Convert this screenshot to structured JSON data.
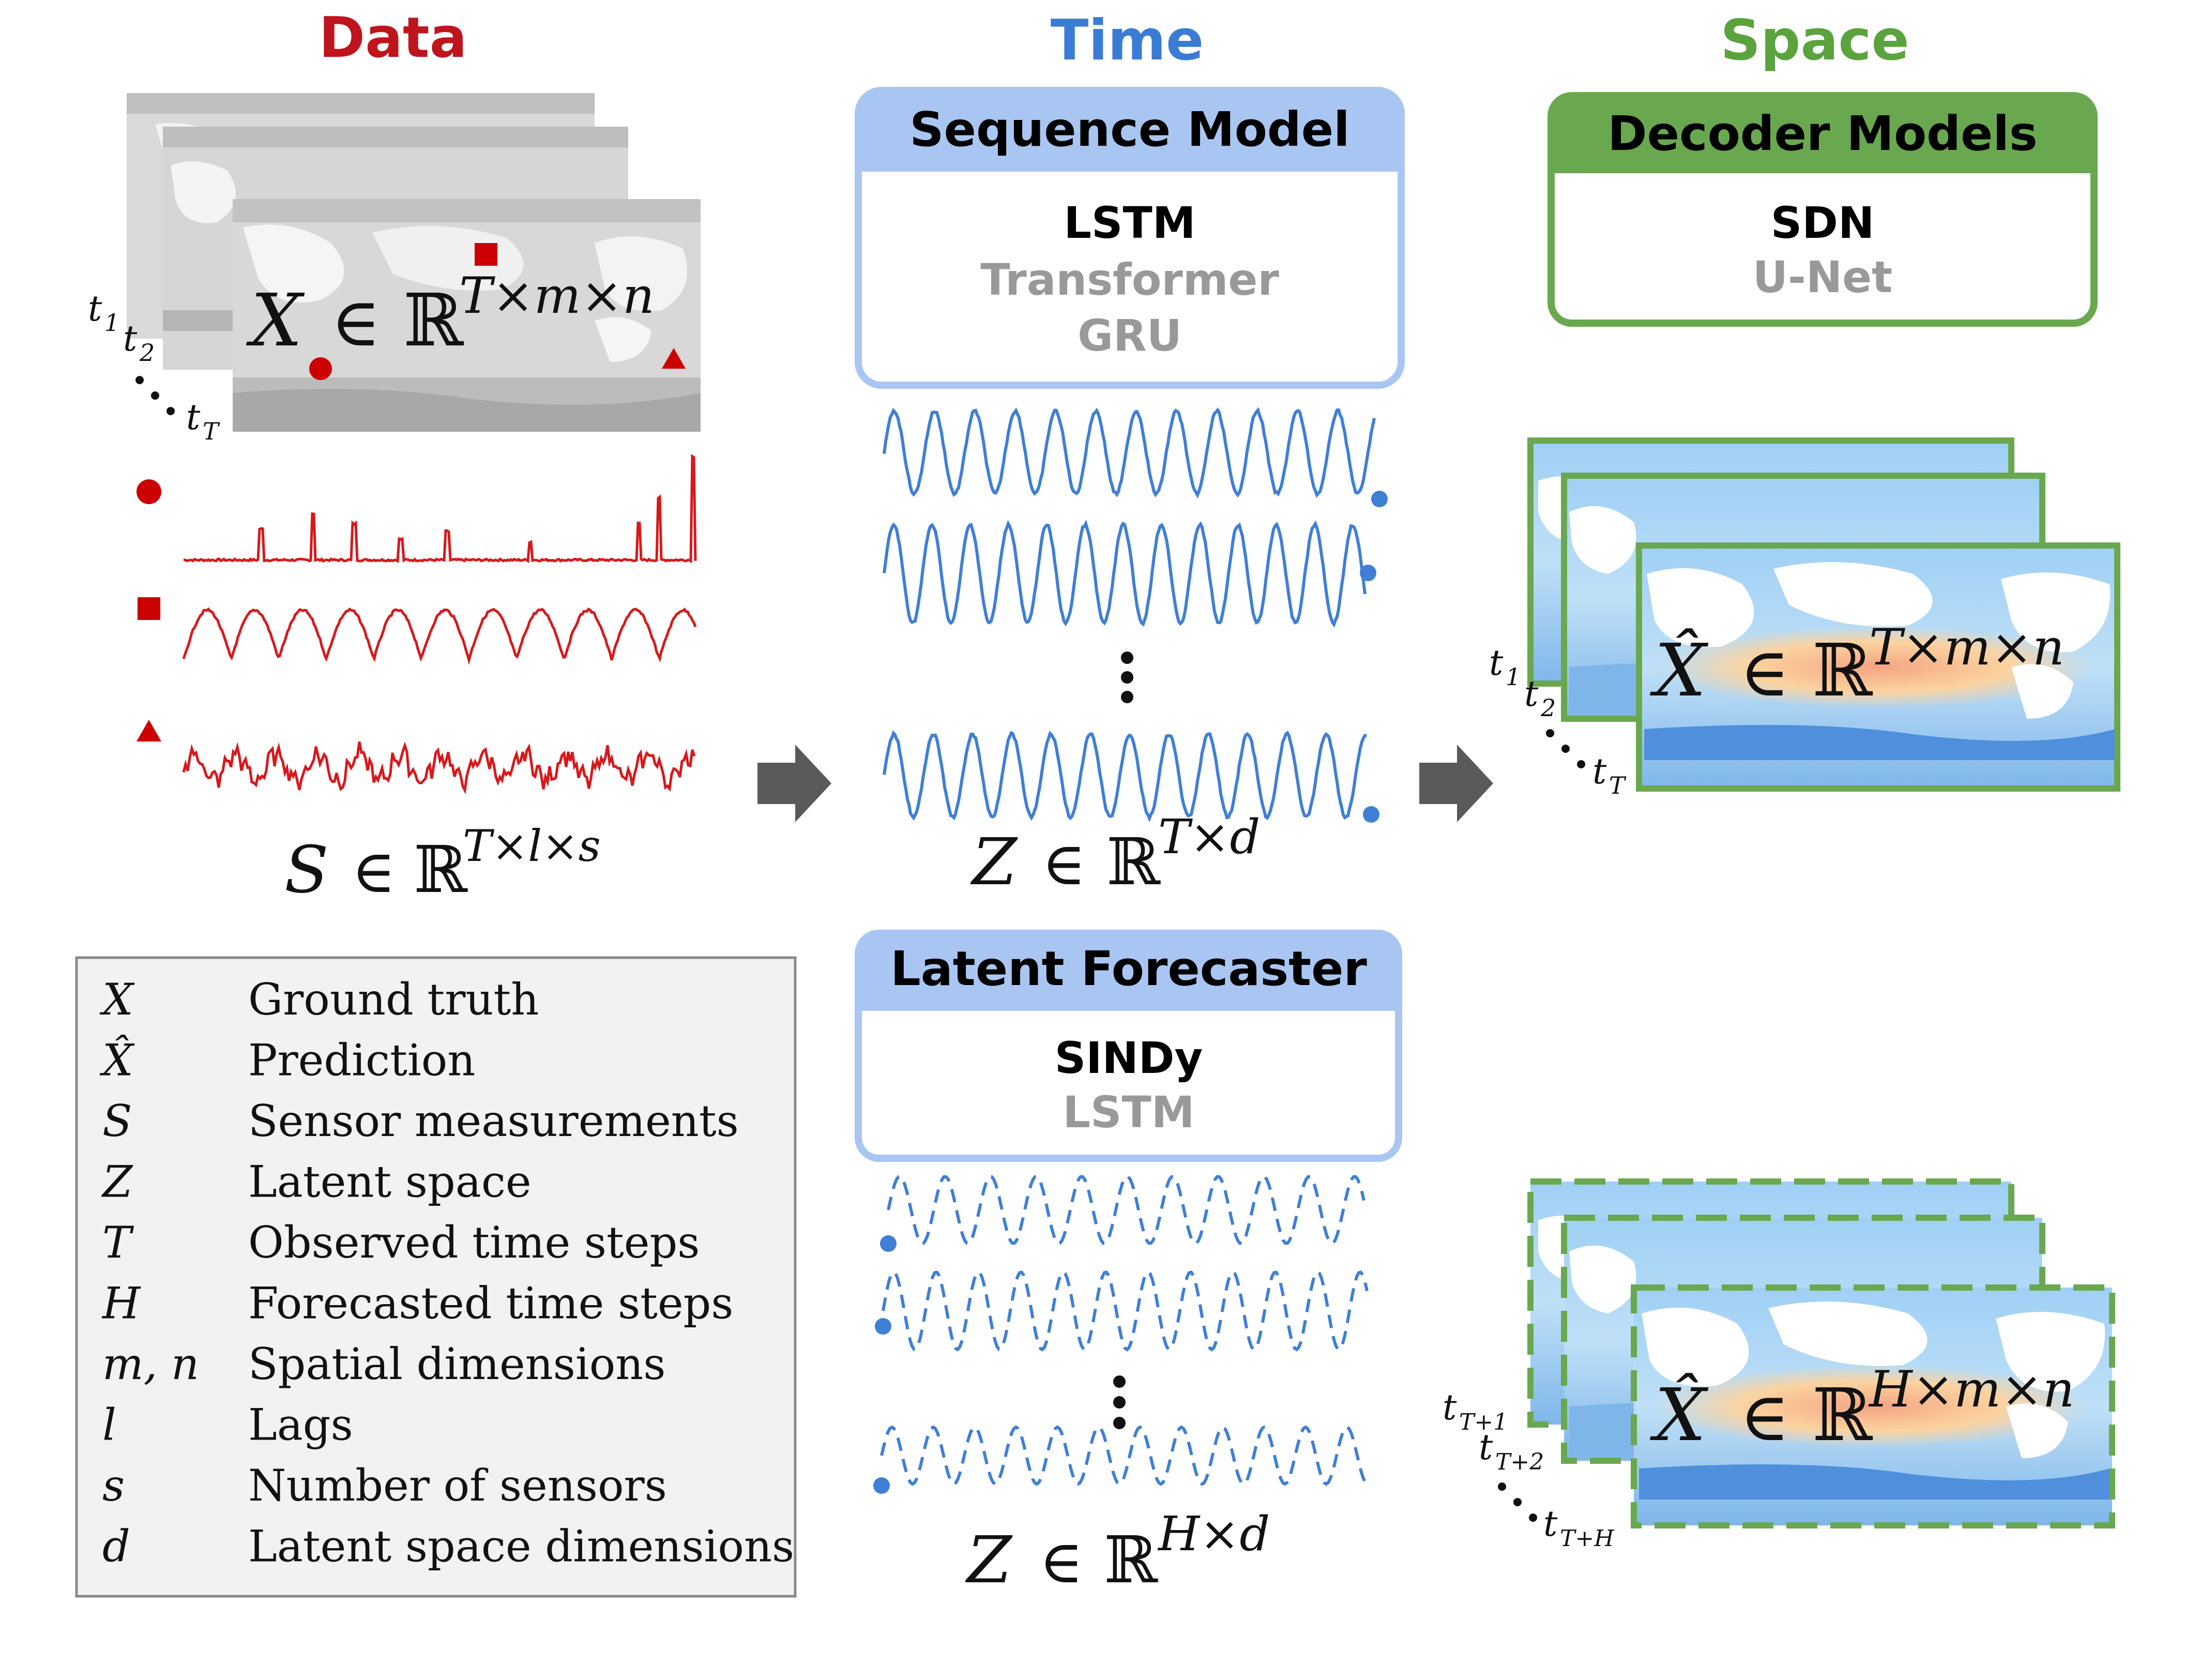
{
  "columns": {
    "data": {
      "title": "Data",
      "color": "#c0141c"
    },
    "time": {
      "title": "Time",
      "color": "#3a7bd5"
    },
    "space": {
      "title": "Space",
      "color": "#5aa33d"
    }
  },
  "data_panel": {
    "map_equation": {
      "lhs": "X",
      "rel": "∈",
      "field": "ℝ",
      "sup": "T×m×n"
    },
    "time_labels": [
      {
        "base": "t",
        "sub": "1"
      },
      {
        "base": "t",
        "sub": "2"
      },
      {
        "base": "t",
        "sub": "T"
      }
    ],
    "sensor_equation": {
      "lhs": "S",
      "rel": "∈",
      "field": "ℝ",
      "sup": "T×l×s"
    },
    "sensor_markers": [
      "circle-marker",
      "square-marker",
      "triangle-marker"
    ],
    "signal_color": "#d7191c"
  },
  "sequence_model": {
    "header": "Sequence Model",
    "options": [
      "LSTM",
      "Transformer",
      "GRU"
    ],
    "header_fill": "#a9c6f2",
    "border": "#a9c6f2"
  },
  "latent_equation": {
    "lhs": "Z",
    "rel": "∈",
    "field": "ℝ",
    "sup": "T×d"
  },
  "latent_forecaster": {
    "header": "Latent Forecaster",
    "options": [
      "SINDy",
      "LSTM"
    ],
    "header_fill": "#a9c6f2",
    "border": "#a9c6f2"
  },
  "forecast_equation": {
    "lhs": "Z",
    "rel": "∈",
    "field": "ℝ",
    "sup": "H×d"
  },
  "decoder_models": {
    "header": "Decoder Models",
    "options": [
      "SDN",
      "U-Net"
    ],
    "header_fill": "#6aa84f",
    "border": "#6aa84f"
  },
  "reconstruction": {
    "equation": {
      "lhs": "X̂",
      "rel": "∈",
      "field": "ℝ",
      "sup": "T×m×n"
    },
    "time_labels": [
      {
        "base": "t",
        "sub": "1"
      },
      {
        "base": "t",
        "sub": "2"
      },
      {
        "base": "t",
        "sub": "T"
      }
    ]
  },
  "forecast": {
    "equation": {
      "lhs": "X̂",
      "rel": "∈",
      "field": "ℝ",
      "sup": "H×m×n"
    },
    "time_labels": [
      {
        "base": "t",
        "sub": "T+1"
      },
      {
        "base": "t",
        "sub": "T+2"
      },
      {
        "base": "t",
        "sub": "T+H"
      }
    ]
  },
  "legend": [
    {
      "symbol": "X",
      "text": "Ground truth"
    },
    {
      "symbol": "X̂",
      "text": "Prediction"
    },
    {
      "symbol": "S",
      "text": "Sensor measurements"
    },
    {
      "symbol": "Z",
      "text": "Latent space"
    },
    {
      "symbol": "T",
      "text": "Observed time steps"
    },
    {
      "symbol": "H",
      "text": "Forecasted time steps"
    },
    {
      "symbol": "m, n",
      "text": "Spatial dimensions"
    },
    {
      "symbol": "l",
      "text": "Lags"
    },
    {
      "symbol": "s",
      "text": "Number of sensors"
    },
    {
      "symbol": "d",
      "text": "Latent space dimensions"
    }
  ],
  "colors": {
    "arrow": "#5a5a5a",
    "latent_line": "#3f7fd6",
    "legend_bg": "#f2f2f2",
    "legend_border": "#8a8a8a",
    "option_primary": "#000000",
    "option_secondary": "#999999"
  }
}
